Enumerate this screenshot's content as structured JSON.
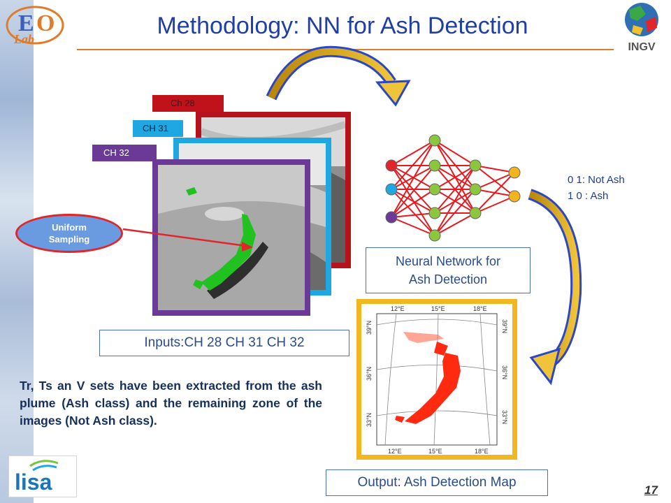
{
  "slide": {
    "title": "Methodology: NN for Ash Detection",
    "page_number": "17"
  },
  "logos": {
    "top_left": "Tor Vergata EO Lab logo",
    "top_right_label": "INGV",
    "bottom_left_label": "lisa"
  },
  "channels": {
    "ch28": "Ch 28",
    "ch31": "CH 31",
    "ch32": "CH 32"
  },
  "sampling": {
    "line1": "Uniform",
    "line2": "Sampling"
  },
  "inputs_label": "Inputs:CH 28 CH 31 CH 32",
  "nn_label": {
    "line1": "Neural Network for",
    "line2": "Ash Detection"
  },
  "legend": {
    "not_ash": "0  1: Not Ash",
    "ash": "1  0 : Ash"
  },
  "output_label": "Output: Ash Detection Map",
  "map": {
    "top_lon": [
      "12°E",
      "15°E",
      "18°E"
    ],
    "bottom_lon": [
      "12°E",
      "15°E",
      "18°E"
    ],
    "left_lat": [
      "39°N",
      "36°N",
      "33°N"
    ],
    "right_lat": [
      "39°N",
      "36°N",
      "33°N"
    ]
  },
  "description": "Tr, Ts an V  sets have been extracted from the ash plume (Ash class) and the remaining zone of the images (Not Ash class).",
  "colors": {
    "title": "#1f3fa6",
    "accent_rule": "#e07b2a",
    "ch28": "#c0121a",
    "ch31": "#1ea7e1",
    "ch32": "#6a3a96",
    "nn_edges": "#e8191e",
    "hidden_nodes": "#8cc63f",
    "output_nodes": "#f5b41e",
    "ash_map": "#ff2a10"
  }
}
